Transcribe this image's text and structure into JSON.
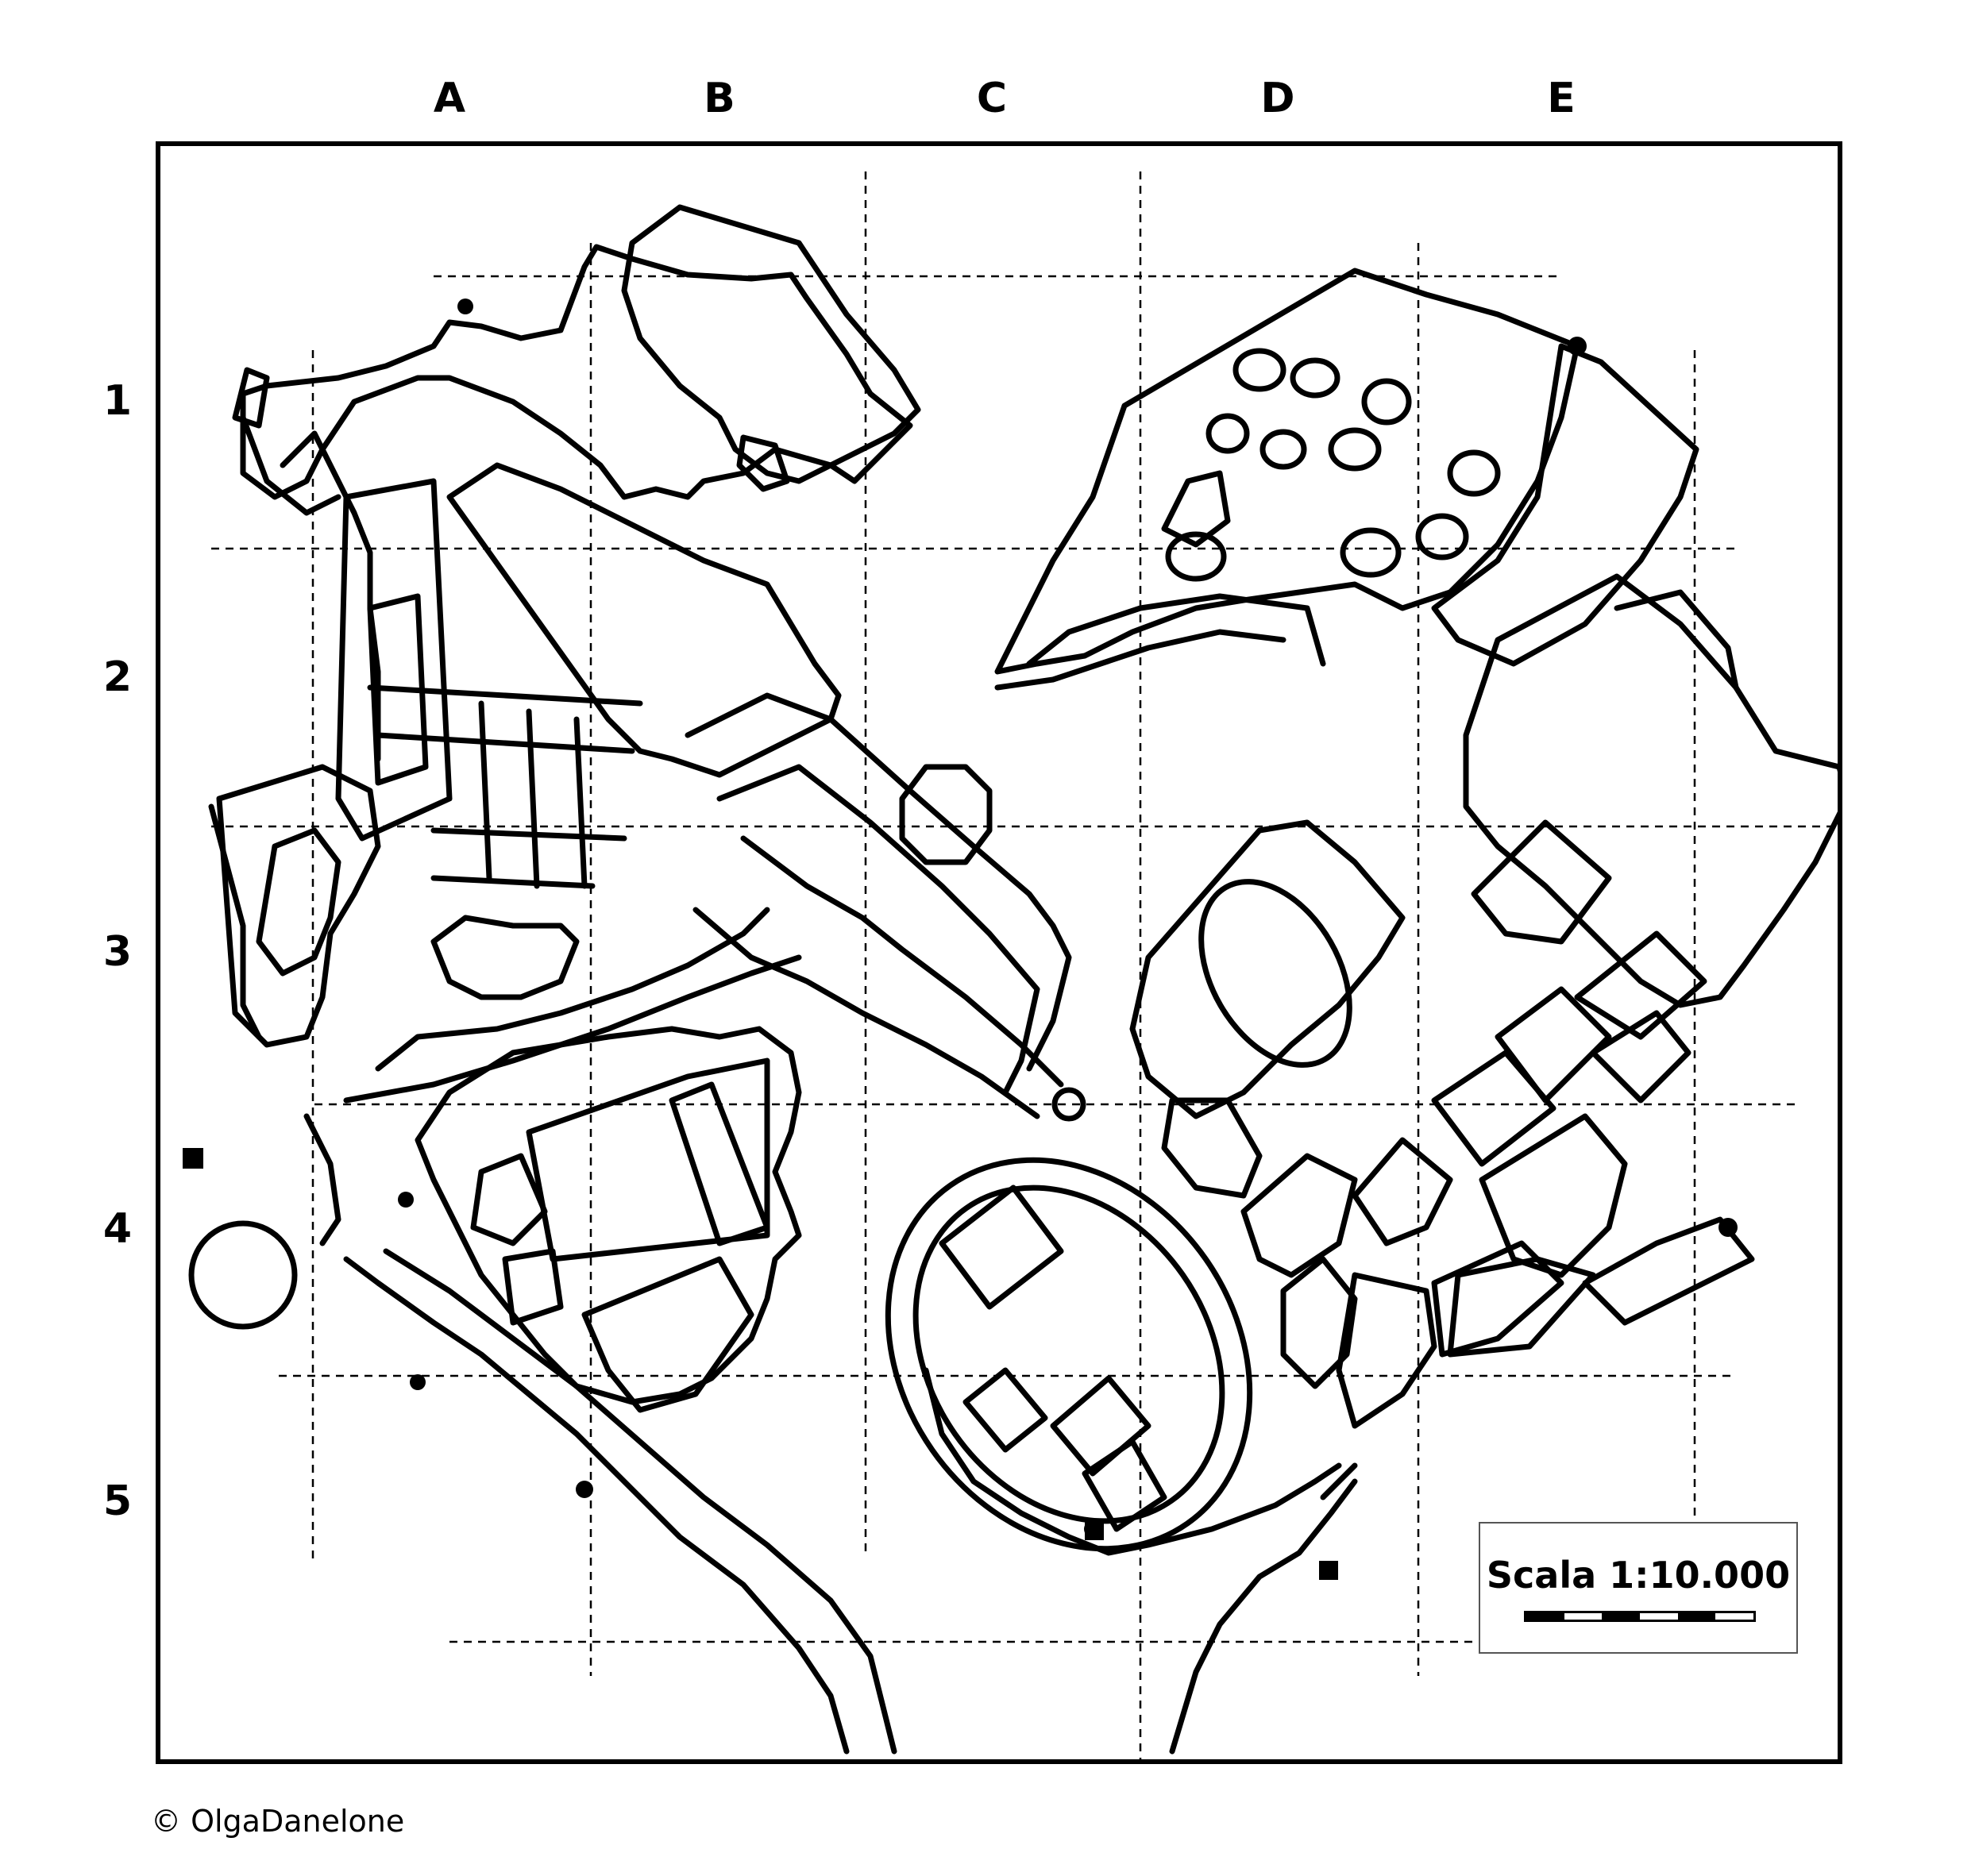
{
  "grid": {
    "columns": [
      "A",
      "B",
      "C",
      "D",
      "E"
    ],
    "rows": [
      "1",
      "2",
      "3",
      "4",
      "5"
    ]
  },
  "scale": {
    "text": "Scala 1:10.000"
  },
  "copyright": "© OlgaDanelone",
  "colors": {
    "ink": "#000000",
    "paper": "#ffffff",
    "scale_border": "#555555"
  }
}
